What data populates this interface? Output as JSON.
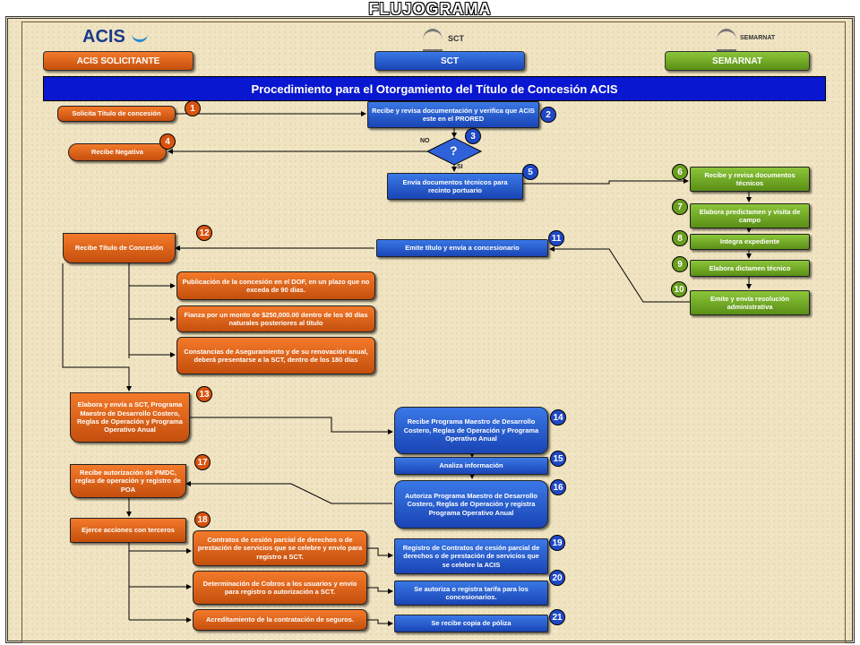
{
  "title": "FLUJOGRAMA",
  "headers": {
    "acis": "ACIS SOLICITANTE",
    "sct": "SCT",
    "semarnat": "SEMARNAT"
  },
  "band_title": "Procedimiento para el Otorgamiento del Título de Concesión ACIS",
  "logos": {
    "acis": "ACIS",
    "sct": "SCT",
    "semarnat": "SEMARNAT"
  },
  "labels": {
    "no": "NO",
    "si": "SI",
    "question": "?"
  },
  "steps": {
    "s1": "Solicita Título de concesión",
    "s2": "Recibe y revisa documentación y verifica que ACIS este en el PRORED",
    "s4": "Recibe Negativa",
    "s5": "Envía documentos técnicos para recinto portuario",
    "s6": "Recibe y revisa documentos técnicos",
    "s7": "Elabora predictamen y visita de campo",
    "s8": "Integra expediente",
    "s9": "Elabora dictamen técnico",
    "s10": "Emite y envía resolución administrativa",
    "s11": "Emite título y envía a concesionario",
    "s12": "Recibe Título de Concesión",
    "p1": "Publicación de la concesión en el DOF, en un plazo que no exceda de 90 días.",
    "p2": "Fianza por un monto de $250,000.00 dentro de los 90 días naturales posteriores al título",
    "p3": "Constancias de Aseguramiento y de su renovación anual, deberá presentarse a la SCT, dentro de los 180 días",
    "s13": "Elabora y envía a SCT, Programa Maestro de Desarrollo Costero, Reglas de Operación y Programa Operativo Anual",
    "s14": "Recibe Programa Maestro de Desarrollo Costero, Reglas de Operación y Programa Operativo Anual",
    "s15": "Analiza información",
    "s16": "Autoriza Programa Maestro de Desarrollo Costero, Reglas de Operación y registra Programa Operativo Anual",
    "s17": "Recibe autorización de PMDC, reglas de operación y registro de POA",
    "s18": "Ejerce acciones con terceros",
    "c1": "Contratos de cesión parcial de derechos o de prestación de servicios que se celebre y envío para registro a SCT.",
    "c2": "Determinación de Cobros a los usuarios y envío para registro o autorización a SCT.",
    "c3": "Acreditamiento de la contratación de seguros.",
    "s19": "Registro de Contratos de cesión parcial de derechos o de prestación de servicios que se celebre la ACIS",
    "s20": "Se autoriza o registra tarifa para los concesionarios.",
    "s21": "Se recibe copia de póliza"
  },
  "numbers": [
    "1",
    "2",
    "3",
    "4",
    "5",
    "6",
    "7",
    "8",
    "9",
    "10",
    "11",
    "12",
    "13",
    "14",
    "15",
    "16",
    "17",
    "18",
    "19",
    "20",
    "21"
  ],
  "colors": {
    "orange": "#e0601a",
    "blue": "#2356d6",
    "green": "#74ac22",
    "band": "#0a17d0"
  }
}
